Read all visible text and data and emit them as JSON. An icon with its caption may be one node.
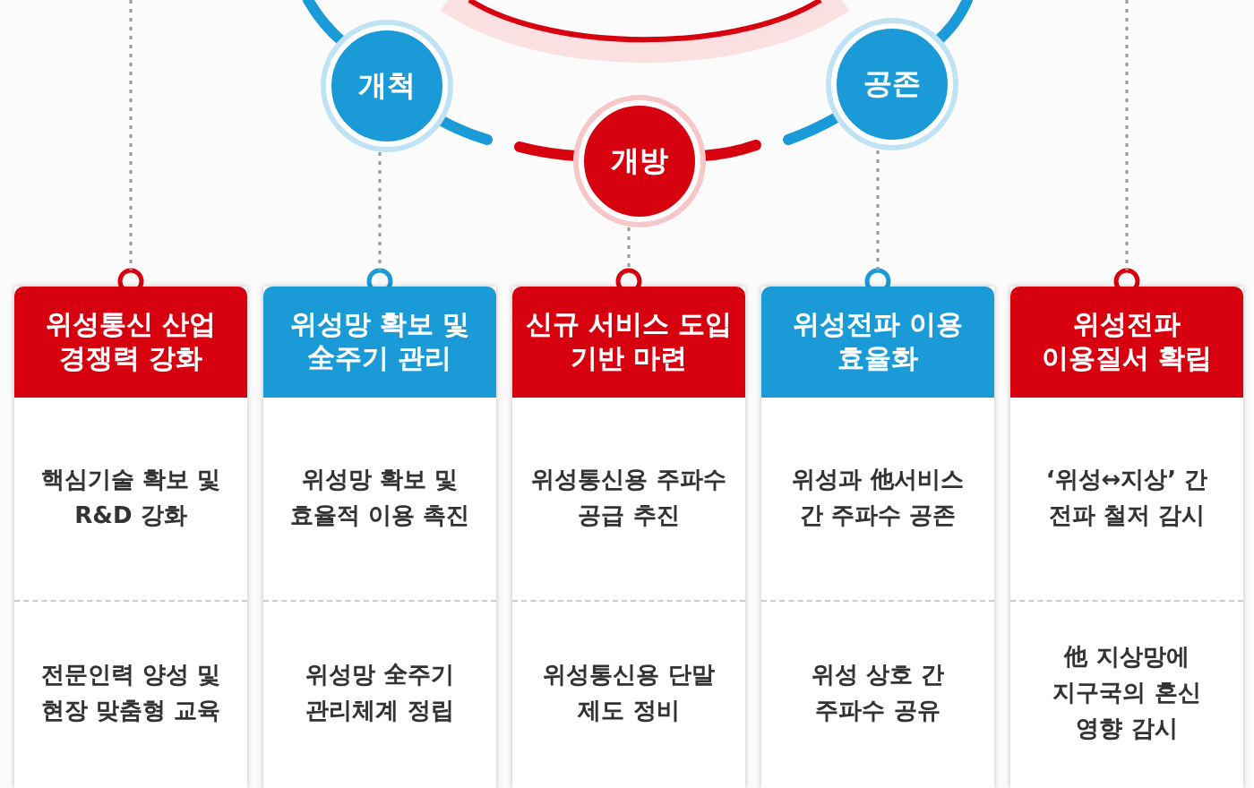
{
  "diagram": {
    "nodes": [
      {
        "text": [
          "개척"
        ]
      },
      {
        "text": [
          "개방"
        ]
      },
      {
        "text": [
          "공존"
        ]
      },
      {
        "text": [
          "위성통신 산업 경쟁력 강화"
        ]
      },
      {
        "text": [
          "핵심기술 확보 및 R&D 강화"
        ],
        "in": 3
      },
      {
        "text": [
          "전문인력 양성 및 현장 맞춤형 교육"
        ],
        "in": 3
      },
      {
        "text": [
          "위성망 확보 및 全주기 관리"
        ]
      },
      {
        "text": [
          "위성망 확보 및 효율적 이용 촉진"
        ],
        "in": 6
      },
      {
        "text": [
          "위성망 全주기 관리체계 정립"
        ],
        "in": 6
      },
      {
        "text": [
          "신규 서비스 도입 기반 마련"
        ]
      },
      {
        "text": [
          "위성통신용 주파수 공급 추진"
        ],
        "in": 9
      },
      {
        "text": [
          "위성통신용 단말 제도 정비"
        ],
        "in": 9
      },
      {
        "text": [
          "위성전파 이용 효율화"
        ]
      },
      {
        "text": [
          "위성과 他서비스 간 주파수 공존"
        ],
        "in": 12
      },
      {
        "text": [
          "위성 상호 간 주파수 공유"
        ],
        "in": 12
      },
      {
        "text": [
          "위성전파 이용질서 확립"
        ]
      },
      {
        "text": [
          "‘위성↔지상’ 간 전파 철저 감시"
        ],
        "in": 15
      },
      {
        "text": [
          "他 지상망에 지구국의 혼신 영향 감시"
        ],
        "in": 15
      }
    ],
    "edges": [
      {
        "from": null,
        "to": 3,
        "arrow": "none",
        "style": "dashed"
      },
      {
        "from": 0,
        "to": 6,
        "arrow": "none",
        "style": "dashed"
      },
      {
        "from": 1,
        "to": 9,
        "arrow": "none",
        "style": "dashed"
      },
      {
        "from": 2,
        "to": 12,
        "arrow": "none",
        "style": "dashed"
      },
      {
        "from": null,
        "to": 15,
        "arrow": "none",
        "style": "dashed"
      }
    ]
  }
}
